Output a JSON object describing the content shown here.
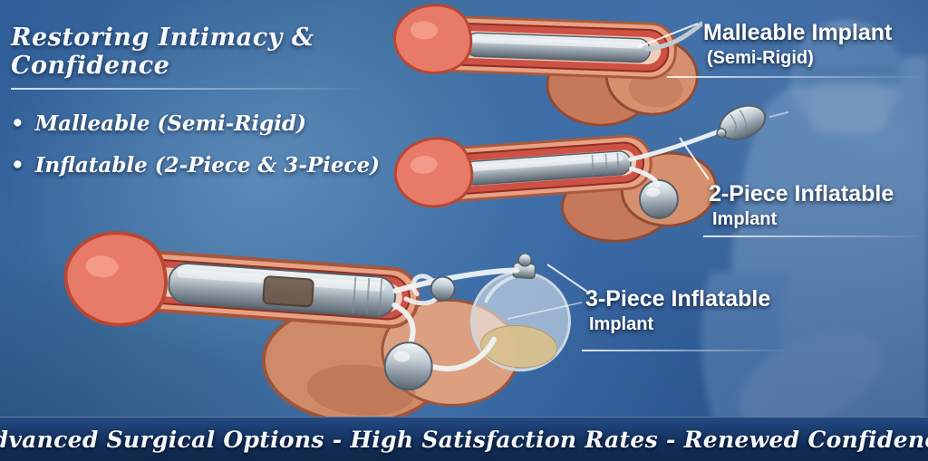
{
  "meta": {
    "bullet_glyph": "•"
  },
  "header": {
    "title": "Restoring Intimacy & Confidence",
    "bullets": [
      {
        "name": "Malleable",
        "detail": "(Semi-Rigid)"
      },
      {
        "name": "Inflatable",
        "detail": "(2-Piece & 3-Piece)"
      }
    ]
  },
  "callouts": {
    "malleable": {
      "line1": "Malleable Implant",
      "line2": "(Semi-Rigid)"
    },
    "two_piece": {
      "line1": "2-Piece Inflatable",
      "line2": "Implant"
    },
    "three_piece": {
      "line1": "3-Piece Inflatable",
      "line2": "Implant"
    }
  },
  "footer": {
    "tagline": "Advanced Surgical Options - High Satisfaction Rates - Renewed Confidence"
  },
  "colors": {
    "background_blue": "#3a6ca6",
    "footer_navy": "#132f5c",
    "label_text": "#ffffff",
    "glans_red": "#e87a68",
    "corpus_red": "#cd5144",
    "skin_tan": "#e8a183",
    "scrotum_tan": "#cf8b68",
    "implant_metal": "#b9c4cc",
    "tube_white": "#eef3f6",
    "reservoir_fluid": "#d8c08e"
  }
}
